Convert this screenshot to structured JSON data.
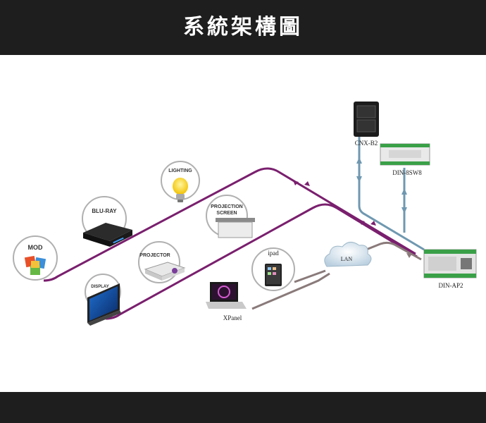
{
  "header": {
    "title": "系統架構圖"
  },
  "devices": {
    "mod": "MOD",
    "bluray": "BLU-RAY",
    "lighting": "LIGHTING",
    "projection_screen_line1": "PROJECTION",
    "projection_screen_line2": "SCREEN",
    "projector": "PROJECTOR",
    "display": "DISPLAY",
    "ipad": "ipad",
    "xpanel": "XPanel",
    "lan": "LAN",
    "cnx": "CNX-B2",
    "din8sw8": "DIN-8SW8",
    "dinap2": "DIN-AP2"
  },
  "colors": {
    "control_line": "#7a1f6e",
    "network_line": "#8a7a7a",
    "relay_line": "#6f98b0",
    "bar": "#1e1e1e"
  }
}
